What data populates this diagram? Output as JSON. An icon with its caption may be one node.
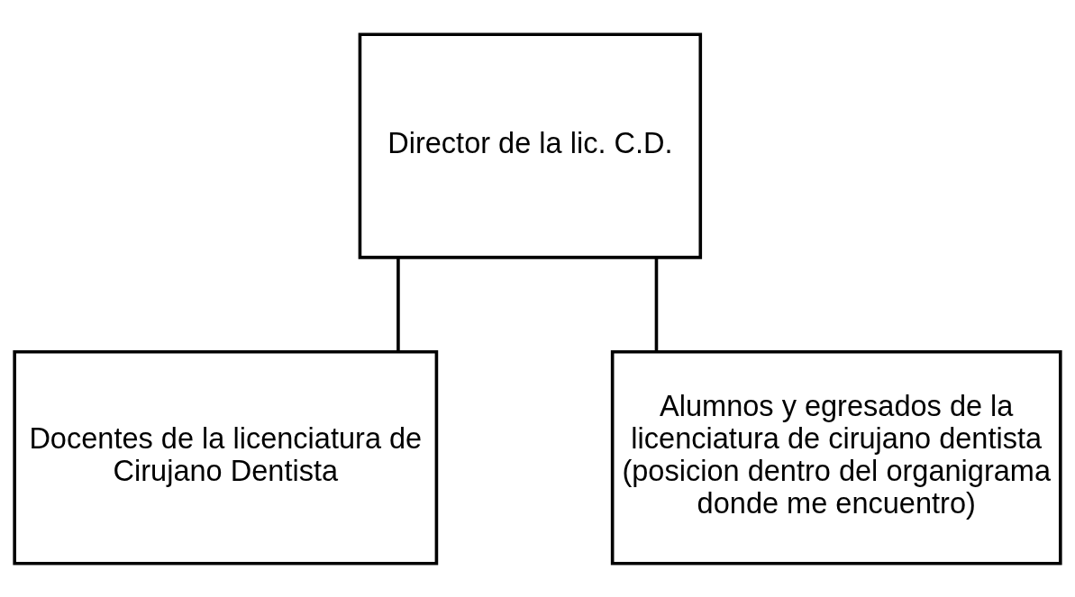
{
  "diagram": {
    "nodes": [
      {
        "text": [
          "Director de la lic. C.D."
        ]
      },
      {
        "text": [
          "Docentes de la licenciatura de Cirujano Dentista"
        ]
      },
      {
        "text": [
          "Alumnos y egresados de la licenciatura de cirujano dentista (posicion dentro del organigrama donde me encuentro)"
        ]
      }
    ],
    "edges": [
      {
        "from": 0,
        "to": 1,
        "arrow": "none"
      },
      {
        "from": 0,
        "to": 2,
        "arrow": "none"
      }
    ]
  }
}
